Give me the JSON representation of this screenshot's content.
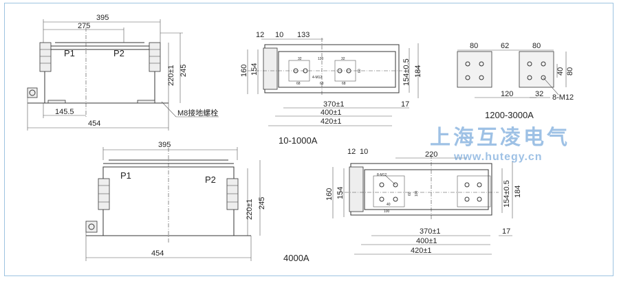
{
  "drawings": {
    "side_small": {
      "overall": "395",
      "inner": "275",
      "p1": "P1",
      "p2": "P2",
      "h1": "220±1",
      "h2": "245",
      "offset": "145.5",
      "base": "454",
      "ground": "M8接地螺栓"
    },
    "top_1000": {
      "d12": "12",
      "d10": "10",
      "d133": "133",
      "h160": "160",
      "h154": "154",
      "pad32a": "32",
      "pad120": "120",
      "pad32b": "32",
      "bolt": "4-M12",
      "w68a": "68",
      "w68b": "68",
      "w68c": "68",
      "gap": "60",
      "h154t": "154±0.5",
      "h184": "184",
      "l370": "370±1",
      "l17": "17",
      "l400": "400±1",
      "l420": "420±1",
      "caption": "10-1000A"
    },
    "pads_3000": {
      "w80a": "80",
      "w62": "62",
      "w80b": "80",
      "h40": "40",
      "h80": "80",
      "w120": "120",
      "w32": "32",
      "bolt": "8-M12",
      "caption": "1200-3000A"
    },
    "side_large": {
      "overall": "395",
      "p1": "P1",
      "p2": "P2",
      "h1": "220±1",
      "h2": "245",
      "base": "454",
      "caption": "4000A"
    },
    "top_4000": {
      "d12": "12",
      "d10": "10",
      "d220": "220",
      "h160": "160",
      "h154": "154",
      "bolt": "8-M12",
      "h60": "60",
      "h100": "100",
      "w40": "40",
      "w100": "100",
      "h154t": "154±0.5",
      "h184": "184",
      "l370": "370±1",
      "l17": "17",
      "l400": "400±1",
      "l420": "420±1"
    }
  },
  "watermark": {
    "company": "上海互凌电气",
    "url": "www.hutegy.cn"
  },
  "colors": {
    "frame": "#9cc3e0",
    "watermark": "#4f8fd0"
  }
}
